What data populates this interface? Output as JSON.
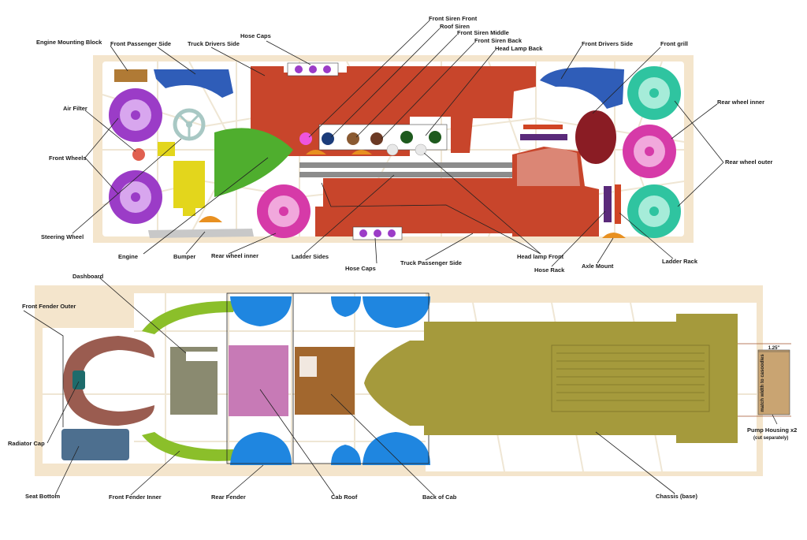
{
  "colors": {
    "sprue_frame": "#f4e5cc",
    "body_red": "#c8452b",
    "wheel_purple": "#9b3cc7",
    "wheel_magenta": "#d63aa8",
    "wheel_teal": "#2fc4a0",
    "fender_blue": "#2f5db8",
    "rear_fender_blue": "#1f86e0",
    "fender_green": "#8bbf2a",
    "engine_yellow": "#e3d61c",
    "ladder_gray": "#8c8c8c",
    "chassis_olive": "#a59a3c",
    "cab_roof_pink": "#c77ab6",
    "back_cab_brown": "#a2672e",
    "fender_outer_brown": "#9a5c50",
    "seat_blue": "#4d6f8f",
    "dashboard_gray": "#8a8a70",
    "pump_tan": "#c9a472"
  },
  "labels": {
    "engine_mounting_block": "Engine Mounting Block",
    "front_passenger_side": "Front Passenger Side",
    "truck_drivers_side": "Truck Drivers Side",
    "hose_caps_top": "Hose Caps",
    "front_siren_front": "Front Siren Front",
    "roof_siren": "Roof Siren",
    "front_siren_middle": "Front Siren Middle",
    "front_siren_back": "Front Siren Back",
    "head_lamp_back": "Head Lamp Back",
    "front_drivers_side": "Front Drivers Side",
    "front_grill": "Front grill",
    "air_filter": "Air Filter",
    "rear_wheel_inner_right": "Rear wheel inner",
    "front_wheels": "Front Wheels",
    "rear_wheel_outer": "Rear wheel outer",
    "steering_wheel": "Steering Wheel",
    "engine": "Engine",
    "bumper": "Bumper",
    "rear_wheel_inner_bottom": "Rear wheel inner",
    "ladder_sides": "Ladder Sides",
    "hose_caps_bottom": "Hose Caps",
    "truck_passenger_side": "Truck Passenger Side",
    "head_lamp_front": "Head lamp Front",
    "hose_rack": "Hose Rack",
    "axle_mount": "Axle Mount",
    "ladder_rack": "Ladder Rack",
    "dashboard": "Dashboard",
    "front_fender_outer": "Front Fender Outer",
    "radiator_cap": "Radiator Cap",
    "seat_bottom": "Seat Bottom",
    "front_fender_inner": "Front Fender Inner",
    "rear_fender": "Rear Fender",
    "cab_roof": "Cab Roof",
    "back_of_cab": "Back of Cab",
    "chassis_base": "Chassis (base)",
    "pump_housing": "Pump Housing x2",
    "pump_housing_note": "(cut separately)",
    "pump_dim": "1.25\"",
    "pump_match": "match width to casoodles"
  }
}
